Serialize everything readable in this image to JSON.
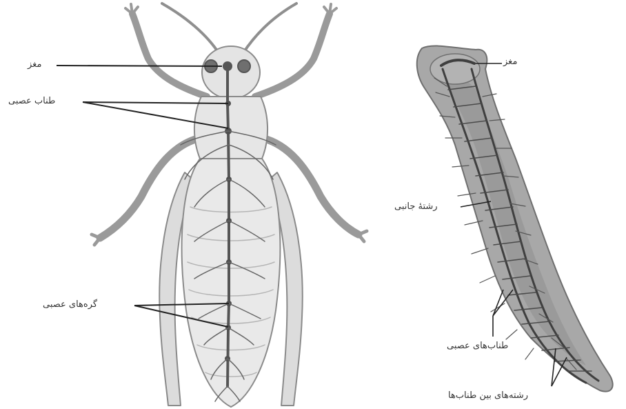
{
  "insect": {
    "labels": {
      "brain": "مغز",
      "nerve_cord": "طناب عصبی",
      "ganglia": "گره‌های عصبی"
    }
  },
  "flatworm": {
    "labels": {
      "brain": "مغز",
      "lateral_branch": "رشتهٔ جانبی",
      "nerve_cords": "طناب‌های عصبی",
      "connecting_fibers": "رشته‌های بین طناب‌ها"
    }
  },
  "colors": {
    "outline": "#7a7a7a",
    "body_fill": "#e6e6e6",
    "body_fill_inner": "#d4d4d4",
    "nerve": "#5a5a5a",
    "worm_fill": "#a9a9a9",
    "leader": "#222222"
  }
}
